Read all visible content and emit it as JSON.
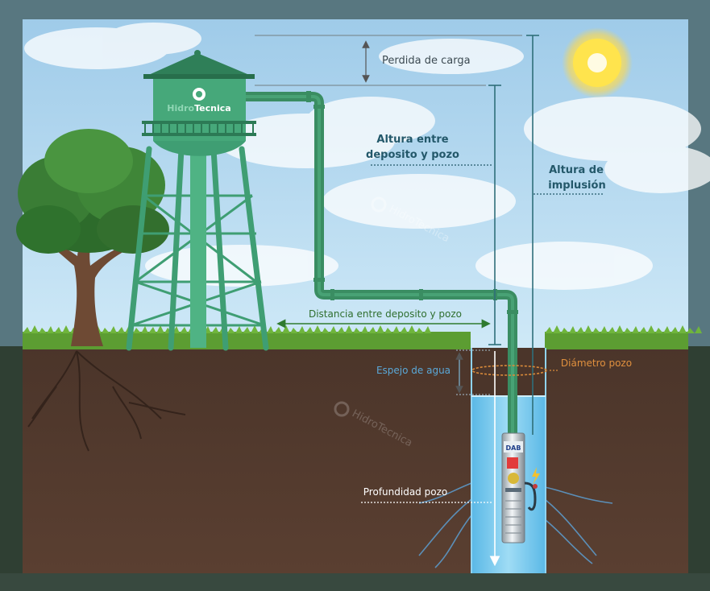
{
  "labels": {
    "perdida_carga": "Perdida de carga",
    "altura_deposito_pozo_1": "Altura entre",
    "altura_deposito_pozo_2": "deposito y pozo",
    "altura_impulsion_1": "Altura de",
    "altura_impulsion_2": "implusión",
    "distancia": "Distancia entre deposito y pozo",
    "espejo_agua": "Espejo de agua",
    "diametro_pozo": "Diámetro pozo",
    "profundidad_pozo": "Profundidad pozo"
  },
  "brand": {
    "prefix": "Hidro",
    "name": "Tecnica"
  },
  "pump": {
    "brand": "DAB"
  },
  "colors": {
    "tower": "#3f9e73",
    "tower_dark": "#2c7a55",
    "pipe": "#3a8d62",
    "dim_line": "#2f6f7a",
    "label_dark": "#23586a",
    "label_blue": "#4a98c8",
    "label_orange": "#d98a3a",
    "distance_arrow": "#2f7a2f",
    "sky": "#b8dcf0",
    "soil": "#4a3528",
    "water": "#7ec9ea",
    "grass": "#5c9d32",
    "sun": "#ffe44d"
  }
}
